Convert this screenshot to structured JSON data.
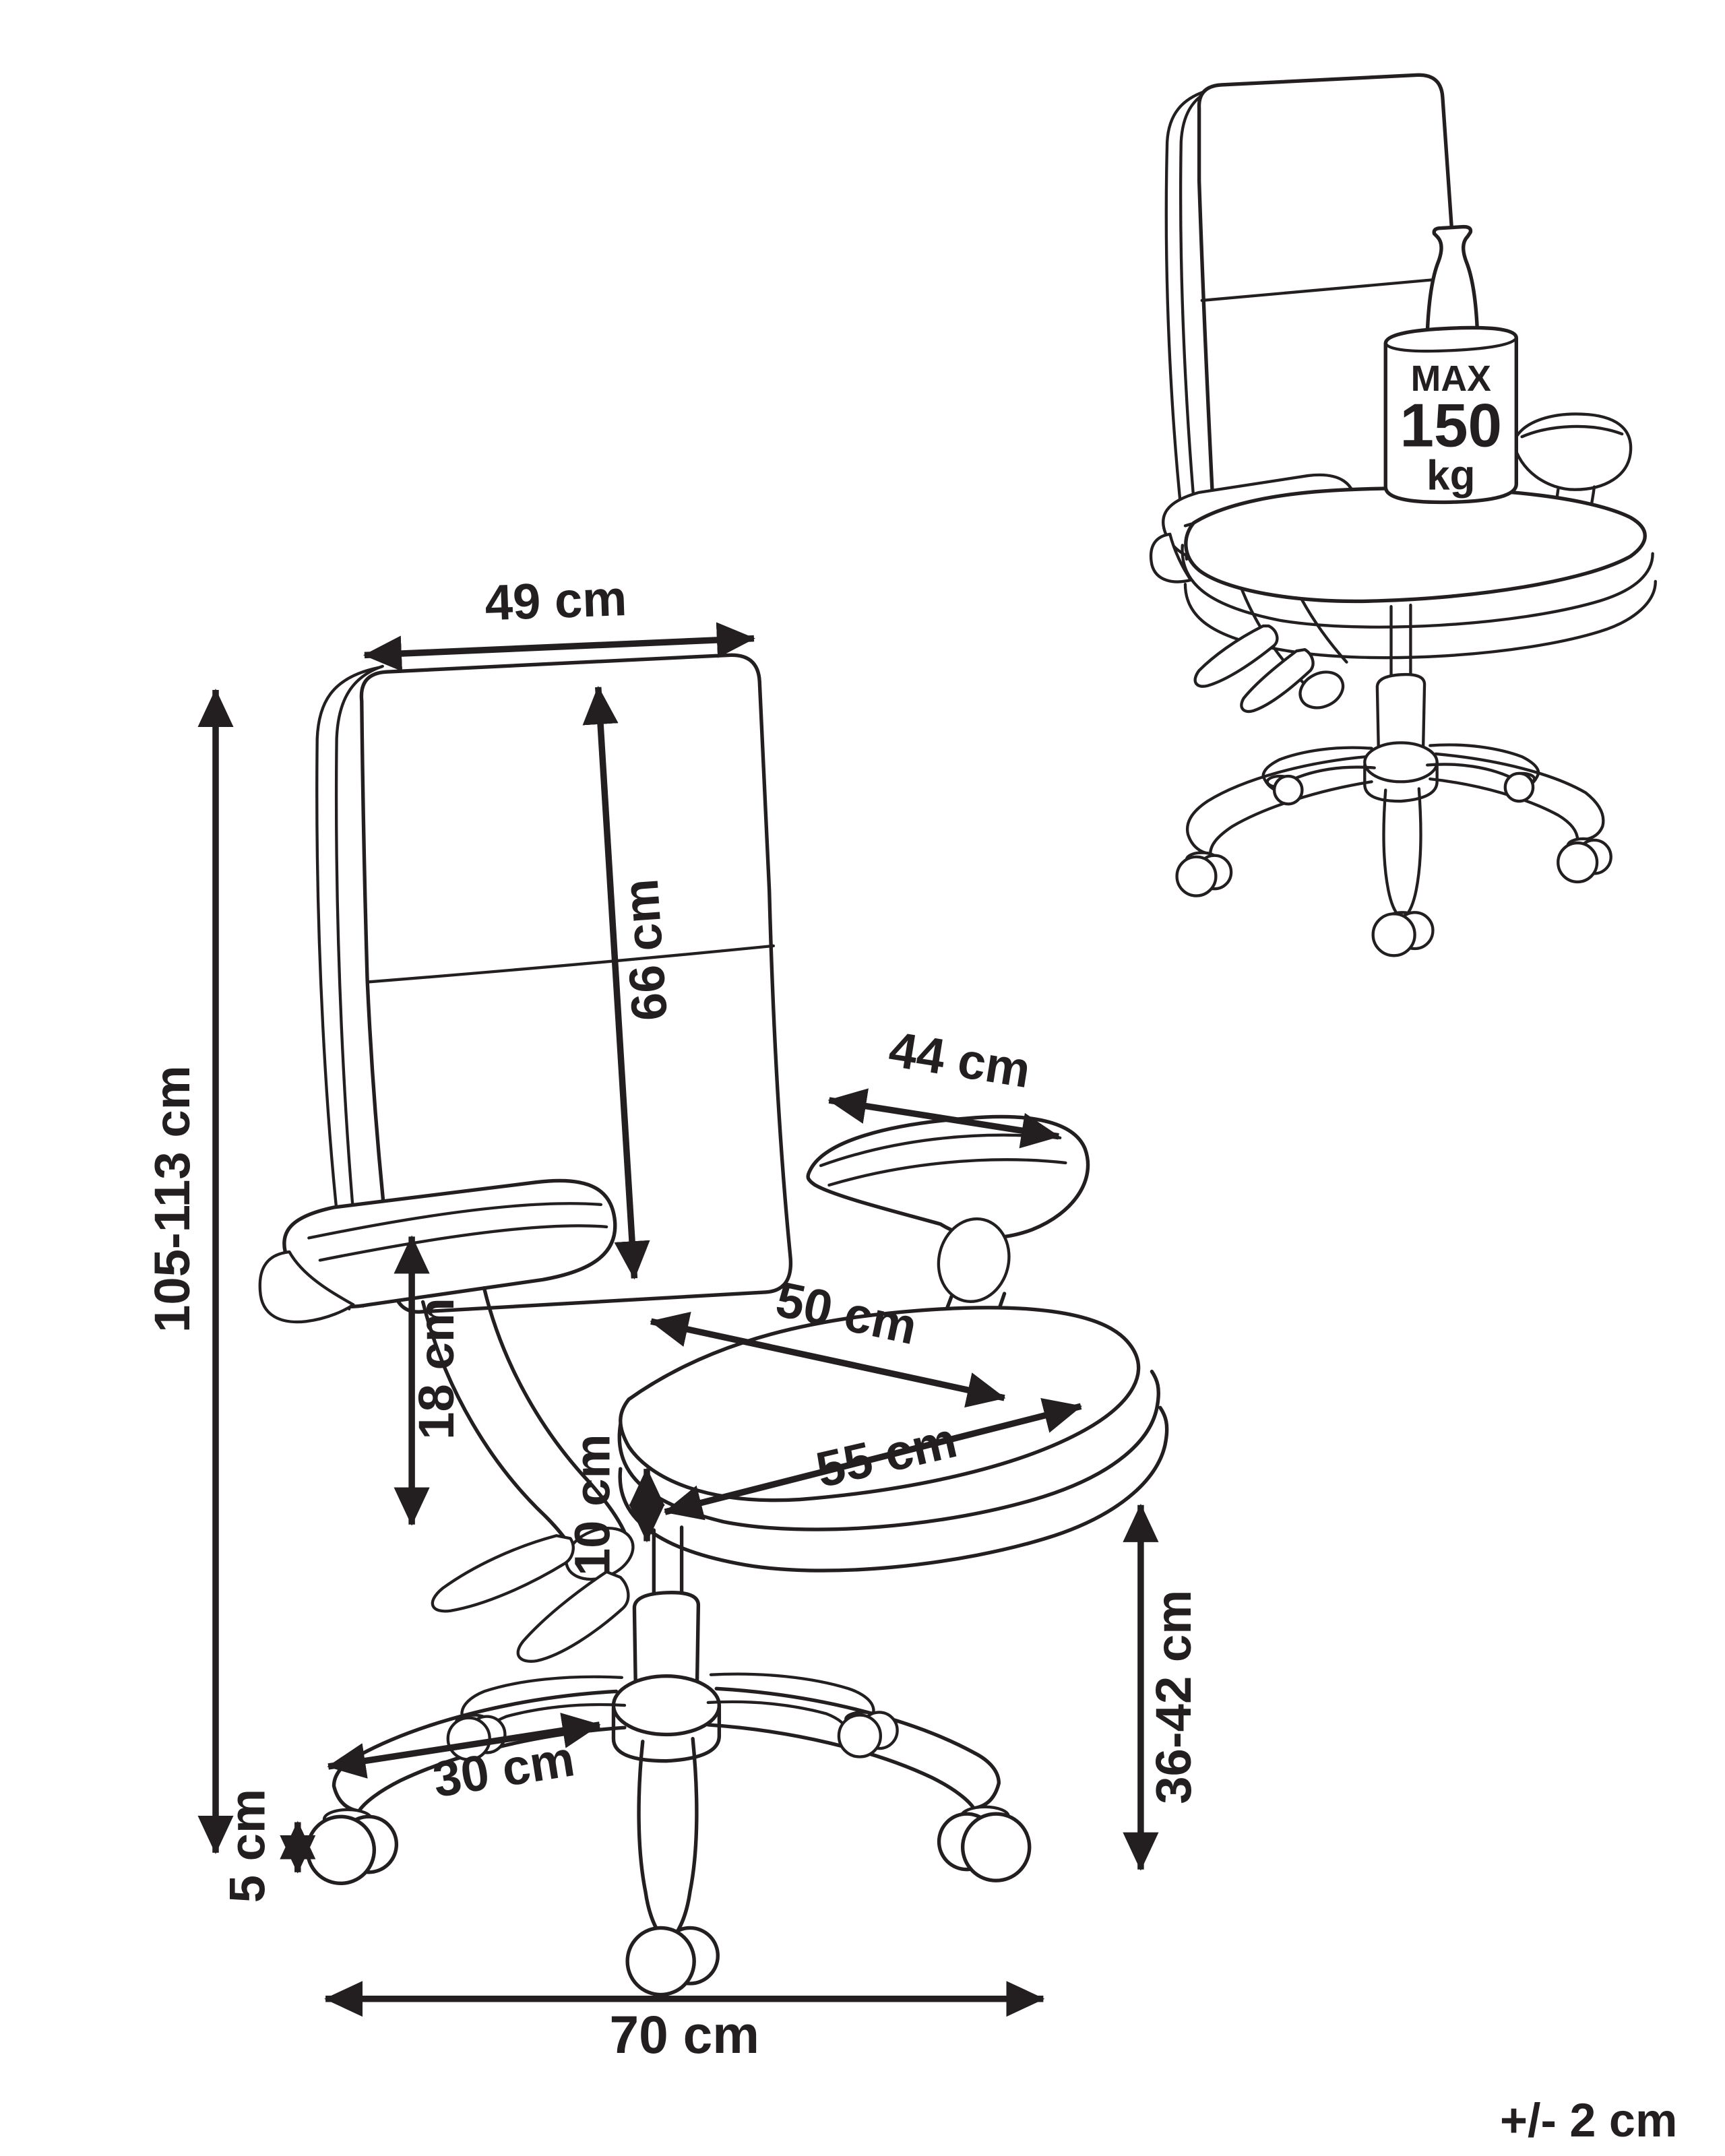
{
  "page": {
    "background": "#ffffff",
    "ink_color": "#231f20",
    "tolerance_note": "+/- 2 cm"
  },
  "max_load": {
    "line1": "MAX",
    "line2": "150",
    "line3": "kg"
  },
  "dimensions": {
    "overall_height": "105-113 cm",
    "backrest_width": "49 cm",
    "backrest_height": "66 cm",
    "armrest_length": "44 cm",
    "seat_depth": "50 cm",
    "seat_width": "55 cm",
    "armrest_height_above_seat": "18 cm",
    "seat_cushion_thickness": "10 cm",
    "seat_height_range": "36-42 cm",
    "base_leg_length": "30 cm",
    "caster_height": "5 cm",
    "base_width": "70 cm"
  }
}
